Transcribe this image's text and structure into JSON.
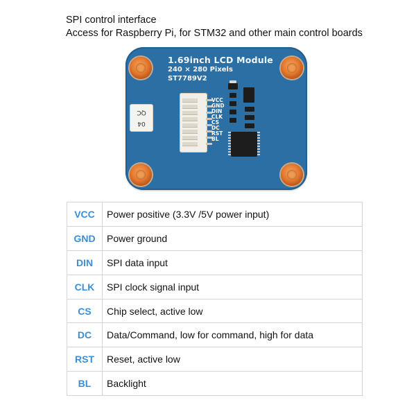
{
  "header": {
    "line1": "SPI control interface",
    "line2": "Access for Raspberry Pi, for STM32 and other main control boards"
  },
  "board": {
    "title": "1.69inch LCD Module",
    "resolution": "240 × 280 Pixels",
    "driver": "ST7789V2",
    "sticker_text": "04",
    "sticker_text2": "QC",
    "pin_labels": [
      "VCC",
      "GND",
      "DIN",
      "CLK",
      "CS",
      "DC",
      "RST",
      "BL"
    ],
    "colors": {
      "pcb": "#2b6fa5",
      "mounting_hole": "#e5782e"
    }
  },
  "pin_table": {
    "rows": [
      {
        "pin": "VCC",
        "description": "Power positive (3.3V /5V power input)"
      },
      {
        "pin": "GND",
        "description": "Power ground"
      },
      {
        "pin": "DIN",
        "description": "SPI data input"
      },
      {
        "pin": "CLK",
        "description": "SPI clock signal input"
      },
      {
        "pin": "CS",
        "description": "Chip select, active low"
      },
      {
        "pin": "DC",
        "description": "Data/Command, low for command, high for data"
      },
      {
        "pin": "RST",
        "description": "Reset, active low"
      },
      {
        "pin": "BL",
        "description": "Backlight"
      }
    ],
    "colors": {
      "pin_name": "#3a8ed6",
      "border": "#d4d4d4"
    }
  }
}
